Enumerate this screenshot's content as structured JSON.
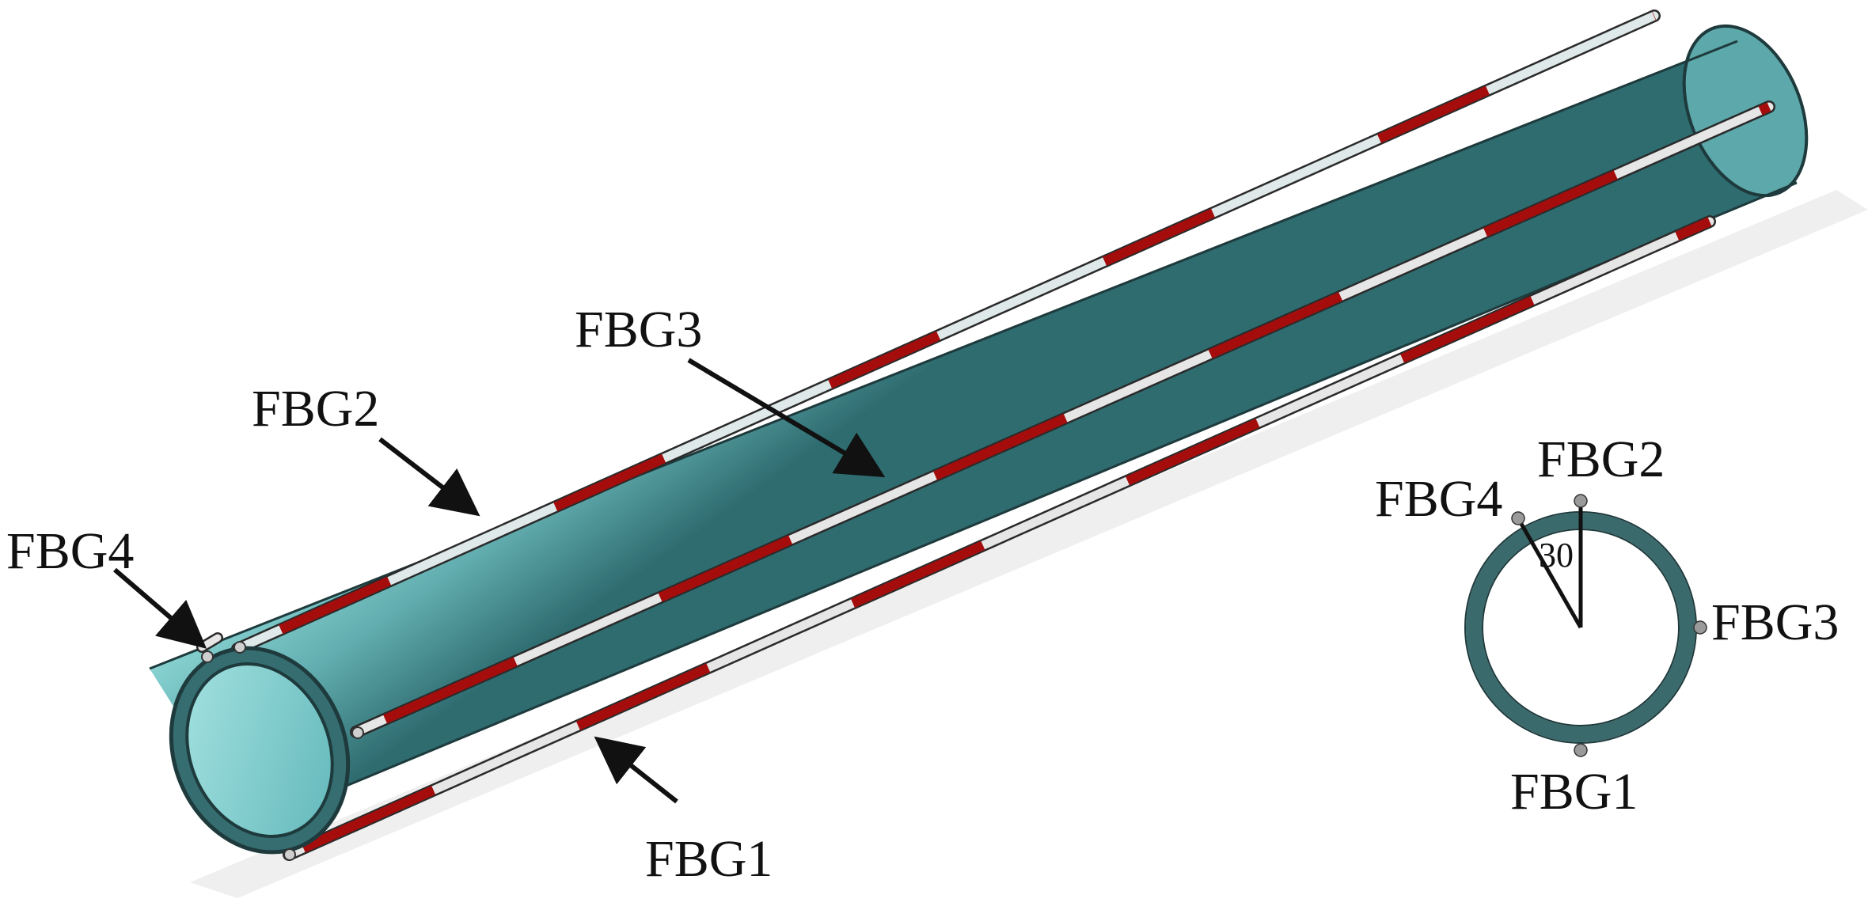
{
  "labels": {
    "pipe_fbg1": "FBG1",
    "pipe_fbg2": "FBG2",
    "pipe_fbg3": "FBG3",
    "pipe_fbg4": "FBG4",
    "cs_fbg1": "FBG1",
    "cs_fbg2": "FBG2",
    "cs_fbg3": "FBG3",
    "cs_fbg4": "FBG4",
    "angle": "30"
  },
  "colors": {
    "pipe_light": "#7cc8c8",
    "pipe_mid": "#5fa7a9",
    "pipe_dark": "#2f6f73",
    "ring": "#3b6a6c",
    "grating_red": "#a50d0d",
    "fiber_white": "#e6e6e6",
    "dot_gray": "#9a9a9a"
  }
}
